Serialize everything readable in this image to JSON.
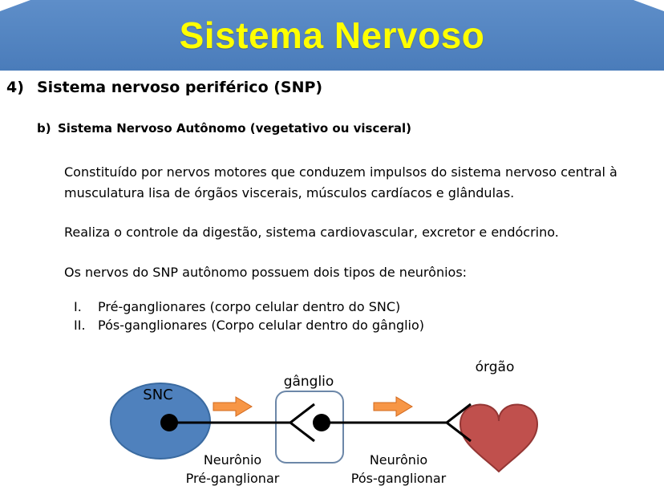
{
  "slide": {
    "title": "Sistema Nervoso"
  },
  "content": {
    "heading_marker": "4)",
    "heading_text": "Sistema nervoso periférico (SNP)",
    "sub_marker": "b)",
    "sub_text": "Sistema Nervoso Autônomo (vegetativo ou visceral)",
    "paragraph1": "Constituído por nervos motores que conduzem impulsos do sistema nervoso central à musculatura lisa de órgãos viscerais, músculos cardíacos e glândulas.",
    "paragraph2": "Realiza o controle da digestão, sistema cardiovascular, excretor e endócrino.",
    "paragraph3": "Os nervos do SNP autônomo possuem dois tipos de neurônios:",
    "list": [
      {
        "marker": "I.",
        "text": "Pré-ganglionares (corpo celular dentro do SNC)"
      },
      {
        "marker": "II.",
        "text": "Pós-ganglionares (Corpo celular dentro do gânglio)"
      }
    ]
  },
  "diagram": {
    "snc_label": "SNC",
    "ganglion_label": "gânglio",
    "organ_label": "órgão",
    "pre_neuron_line1": "Neurônio",
    "pre_neuron_line2": "Pré-ganglionar",
    "post_neuron_line1": "Neurônio",
    "post_neuron_line2": "Pós-ganglionar"
  },
  "colors": {
    "banner_blue": "#4f81bd",
    "title_yellow": "#ffff00",
    "snc_fill": "#4f81bd",
    "snc_stroke": "#3a6aa0",
    "ganglion_stroke": "#6c87a8",
    "heart_fill": "#c0504d",
    "heart_stroke": "#943634",
    "arrow_orange": "#f79646"
  }
}
